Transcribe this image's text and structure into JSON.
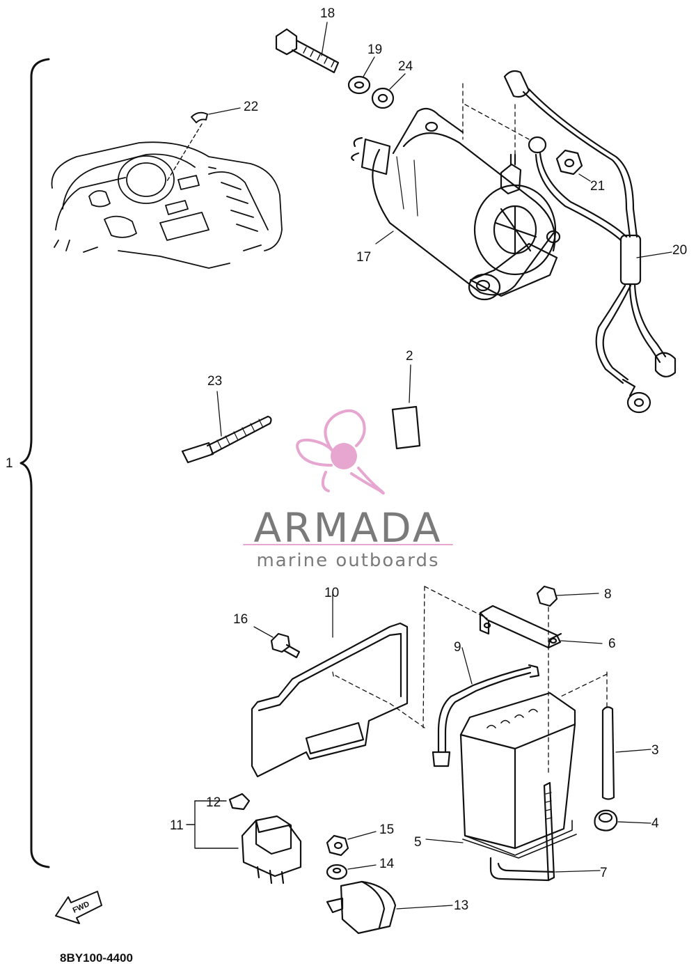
{
  "callouts": [
    {
      "id": "1",
      "label": "1"
    },
    {
      "id": "2",
      "label": "2"
    },
    {
      "id": "3",
      "label": "3"
    },
    {
      "id": "4",
      "label": "4"
    },
    {
      "id": "5",
      "label": "5"
    },
    {
      "id": "6",
      "label": "6"
    },
    {
      "id": "7",
      "label": "7"
    },
    {
      "id": "8",
      "label": "8"
    },
    {
      "id": "9",
      "label": "9"
    },
    {
      "id": "10",
      "label": "10"
    },
    {
      "id": "11",
      "label": "11"
    },
    {
      "id": "12",
      "label": "12"
    },
    {
      "id": "13",
      "label": "13"
    },
    {
      "id": "14",
      "label": "14"
    },
    {
      "id": "15",
      "label": "15"
    },
    {
      "id": "16",
      "label": "16"
    },
    {
      "id": "17",
      "label": "17"
    },
    {
      "id": "18",
      "label": "18"
    },
    {
      "id": "19",
      "label": "19"
    },
    {
      "id": "20",
      "label": "20"
    },
    {
      "id": "21",
      "label": "21"
    },
    {
      "id": "22",
      "label": "22"
    },
    {
      "id": "23",
      "label": "23"
    },
    {
      "id": "24",
      "label": "24"
    }
  ],
  "watermark": {
    "name": "ARMADA",
    "tagline": "marine outboards",
    "colors": {
      "propeller": "#e6a6cf",
      "text": "#7a7a7a"
    }
  },
  "fwd_arrow": {
    "text": "FWD"
  },
  "catalog_code": "8BY100-4400",
  "colors": {
    "ink": "#111111",
    "background": "#ffffff"
  }
}
